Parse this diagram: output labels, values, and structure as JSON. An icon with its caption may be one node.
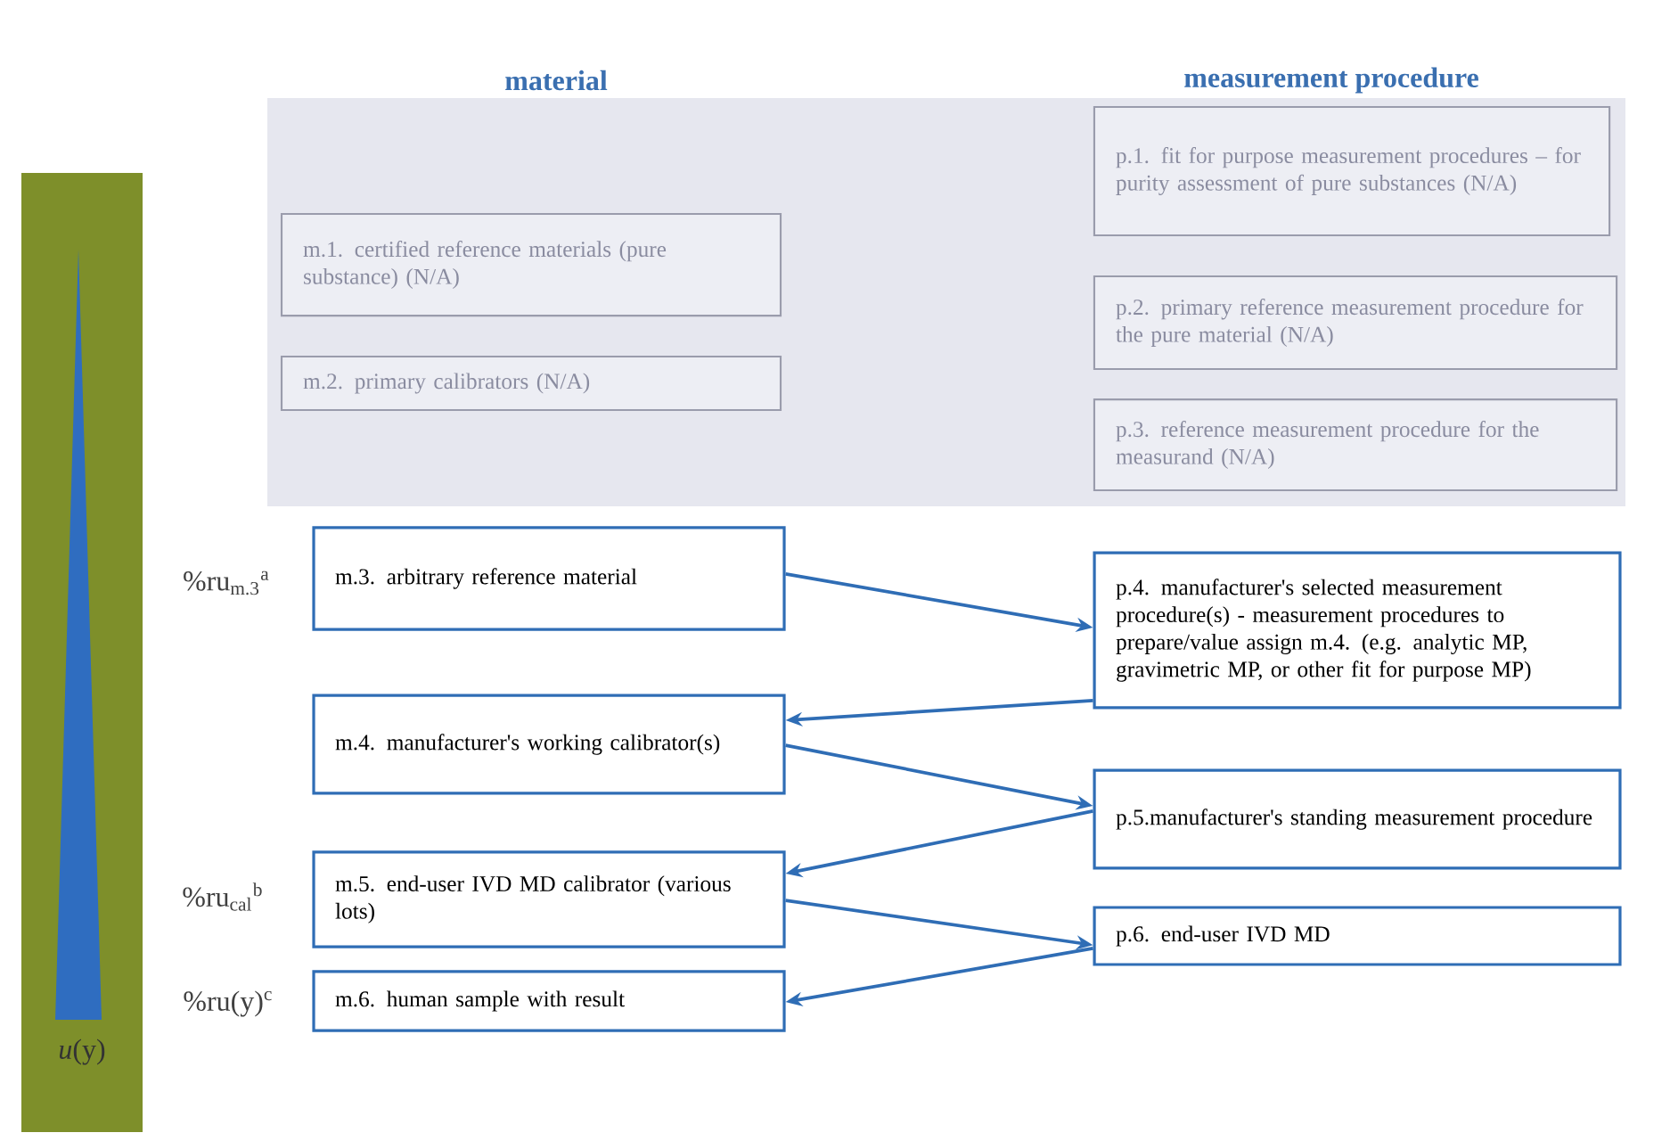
{
  "diagram": {
    "nodes": [
      {
        "text": [
          "m.1. certified reference materials (pure substance) (N/A)"
        ]
      },
      {
        "text": [
          "m.2. primary calibrators (N/A)"
        ]
      },
      {
        "text": [
          "p.1. fit for purpose measurement procedures – for purity assessment of pure substances (N/A)"
        ]
      },
      {
        "text": [
          "p.2. primary reference measurement procedure for the pure material (N/A)"
        ]
      },
      {
        "text": [
          "p.3. reference measurement procedure for the measurand (N/A)"
        ]
      },
      {
        "text": [
          "m.3. arbitrary reference material"
        ]
      },
      {
        "text": [
          "p.4. manufacturer's selected measurement procedure(s) - measurement procedures to prepare/value assign m.4. (e.g. analytic MP, gravimetric MP, or other fit for purpose MP)"
        ]
      },
      {
        "text": [
          "m.4. manufacturer's working calibrator(s)"
        ]
      },
      {
        "text": [
          "p.5.manufacturer's standing measurement procedure"
        ]
      },
      {
        "text": [
          "m.5. end-user IVD MD calibrator (various lots)"
        ]
      },
      {
        "text": [
          "p.6. end-user IVD MD"
        ]
      },
      {
        "text": [
          "m.6. human sample with result"
        ]
      }
    ],
    "edges": [
      {
        "from": 5,
        "to": 6,
        "arrow": "to"
      },
      {
        "from": 6,
        "to": 7,
        "arrow": "to"
      },
      {
        "from": 7,
        "to": 8,
        "arrow": "to"
      },
      {
        "from": 8,
        "to": 9,
        "arrow": "to"
      },
      {
        "from": 9,
        "to": 10,
        "arrow": "to"
      },
      {
        "from": 10,
        "to": 11,
        "arrow": "to"
      }
    ],
    "labels": [
      "material",
      "measurement procedure",
      "%ru$_{m.3}$$^{a}$",
      "%ru$_{cal}$$^{b}$",
      "%ru(y)$^{c}$",
      "*u*(y)"
    ]
  }
}
